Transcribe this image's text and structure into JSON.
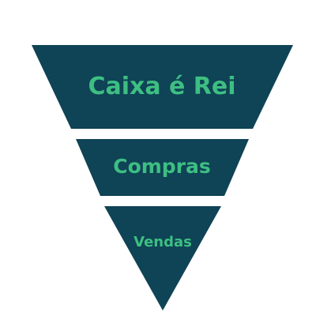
{
  "colors": {
    "background": "#ffffff",
    "segment_fill": "#0f4356",
    "label_color": "#3dbf82"
  },
  "funnel": {
    "segments": [
      {
        "label": "Caixa é Rei"
      },
      {
        "label": "Compras"
      },
      {
        "label": "Vendas"
      }
    ]
  }
}
